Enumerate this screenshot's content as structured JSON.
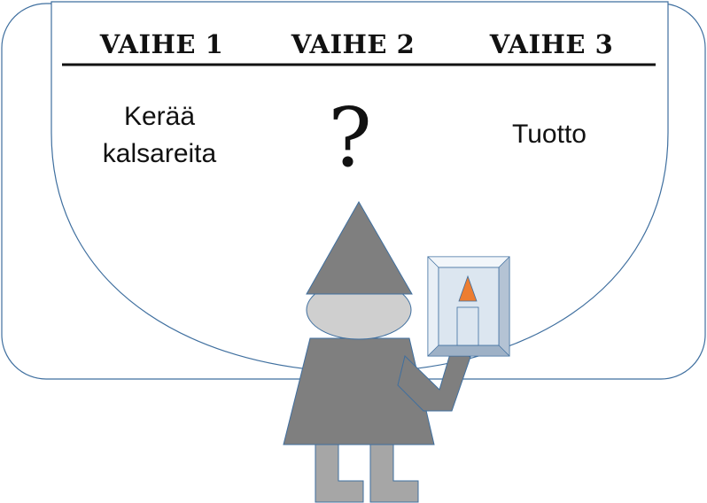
{
  "phases": [
    {
      "heading": "VAIHE 1",
      "text": [
        "Kerää",
        "kalsareita"
      ]
    },
    {
      "heading": "VAIHE 2",
      "text": [
        "?"
      ]
    },
    {
      "heading": "VAIHE 3",
      "text": [
        "Tuotto"
      ]
    }
  ],
  "colors": {
    "outline": "#3f6f9f",
    "gnome_body": "#7f7f7f",
    "gnome_face": "#cfcfcf",
    "gnome_legs": "#a6a6a6",
    "frame": "#dce6f0",
    "house_roof": "#ed7d31"
  },
  "icons": [
    "gnome-figure",
    "framed-house-picture"
  ]
}
